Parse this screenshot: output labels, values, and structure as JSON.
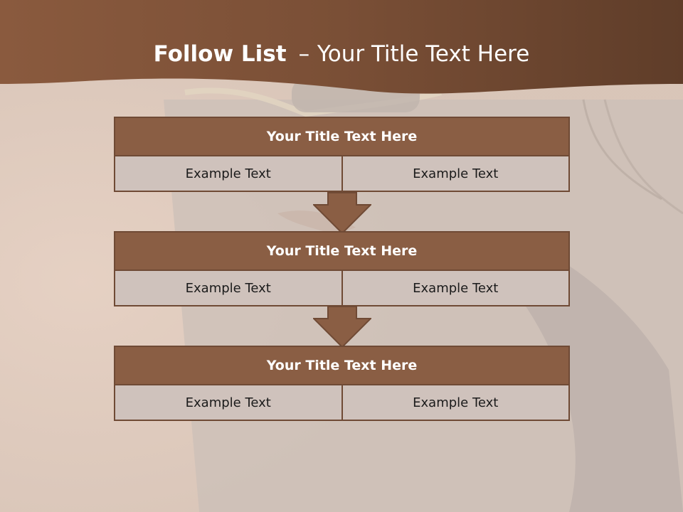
{
  "slide": {
    "title_bold": "Follow List",
    "title_dash": "–",
    "title_rest": "Your Title Text Here"
  },
  "blocks": [
    {
      "title": "Your Title Text Here",
      "left_text": "Example Text",
      "right_text": "Example Text"
    },
    {
      "title": "Your Title Text Here",
      "left_text": "Example Text",
      "right_text": "Example Text"
    },
    {
      "title": "Your Title Text Here",
      "left_text": "Example Text",
      "right_text": "Example Text"
    }
  ],
  "colors": {
    "banner": "#6e4630",
    "header_fill": "#8a5e44",
    "cell_fill": "#cfc2bc",
    "arrow_fill": "#8a5e44",
    "border": "#6f4a35"
  }
}
